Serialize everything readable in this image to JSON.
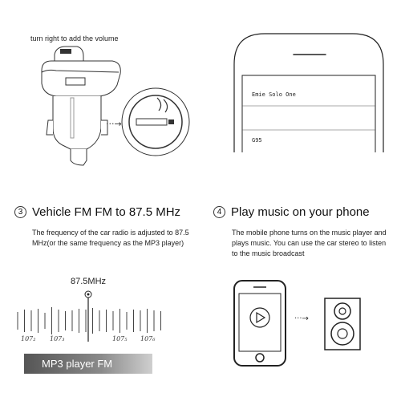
{
  "top": {
    "caption": "turn right to add the volume"
  },
  "phone_top": {
    "device_name": "Emie Solo One",
    "second_item": "G95"
  },
  "step3": {
    "number": "3",
    "title": "Vehicle FM FM to 87.5 MHz",
    "description_line1": "The frequency of the car radio is adjusted to 87.5",
    "description_line2": "MHz(or the same frequency as the MP3 player)",
    "frequency_label": "87.5MHz",
    "tick_labels": [
      "107₂",
      "107₃",
      "107₅",
      "107₆"
    ],
    "bar_label": "MP3 player FM"
  },
  "step4": {
    "number": "4",
    "title": "Play music on your phone",
    "description_line1": "The mobile phone turns on the music player and",
    "description_line2": "plays music. You can use the car stereo to listen",
    "description_line3": "to the music broadcast"
  },
  "icons": [
    "car-charger-icon",
    "zoom-circle-icon",
    "smartphone-icon",
    "play-icon",
    "arrow-icon",
    "speaker-icon"
  ]
}
